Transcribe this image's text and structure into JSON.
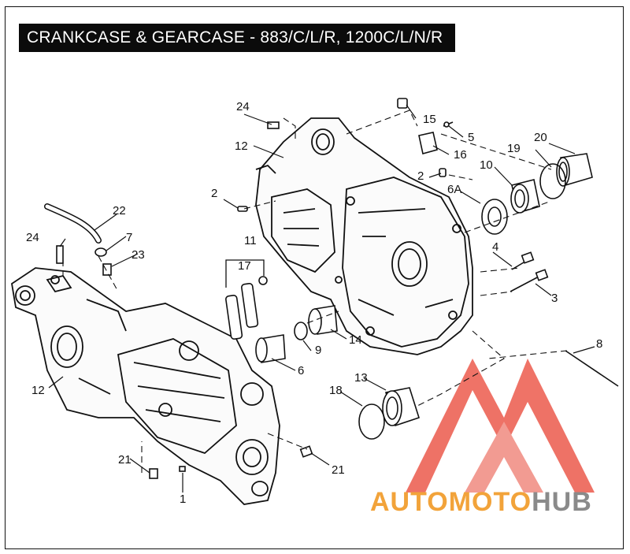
{
  "title": "CRANKCASE & GEARCASE - 883/C/L/R, 1200C/L/N/R",
  "watermark": {
    "part1": "AUTO",
    "part2": "MOTO",
    "part3": "HUB",
    "logo_color": "#e8483a",
    "text_color": "#f2a33a",
    "hub_color": "#8a8a8a"
  },
  "callouts": {
    "c24a": "24",
    "c15": "15",
    "c5": "5",
    "c12a": "12",
    "c16": "16",
    "c20": "20",
    "c19": "19",
    "c10": "10",
    "c2a": "2",
    "c6a": "6A",
    "c2b": "2",
    "c22": "22",
    "c11": "11",
    "c24b": "24",
    "c7": "7",
    "c23": "23",
    "c17": "17",
    "c4": "4",
    "c3": "3",
    "c9": "9",
    "c14": "14",
    "c8": "8",
    "c6": "6",
    "c13": "13",
    "c12b": "12",
    "c18": "18",
    "c21a": "21",
    "c21b": "21",
    "c1": "1"
  }
}
